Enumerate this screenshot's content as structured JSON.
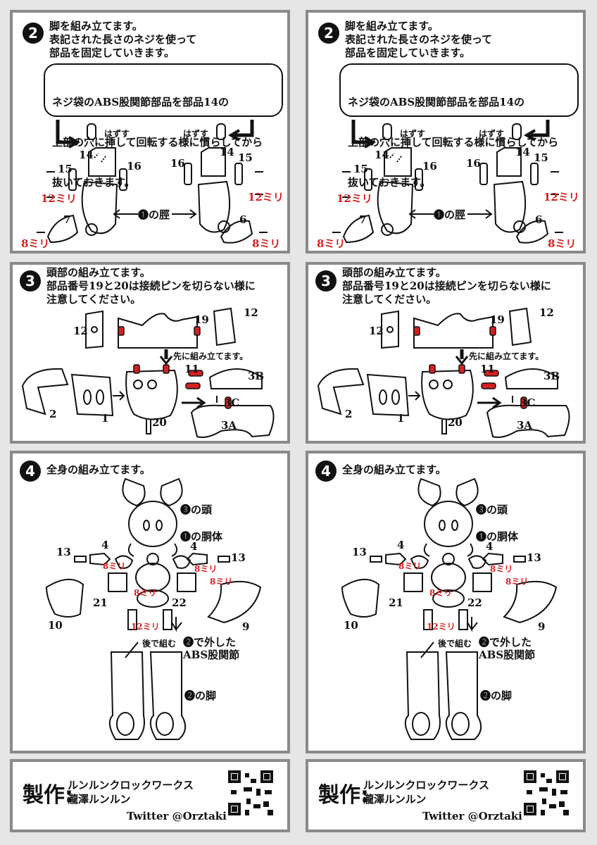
{
  "step2": {
    "number": "2",
    "lines": [
      "脚を組み立てます。",
      "表記された長さのネジを使って",
      "部品を固定していきます。"
    ],
    "note": [
      "ネジ袋のABS股関節部品を部品14の",
      "上部の穴に挿して回転する様に慣らしてから",
      "抜いておきます。"
    ],
    "remove_label": "はずす",
    "part_labels": {
      "p14": "14",
      "p15": "15",
      "p16": "16",
      "p7": "7",
      "p6": "6"
    },
    "screw_12": "12ミリ",
    "screw_8": "8ミリ",
    "shin_label": "❶の脛"
  },
  "step3": {
    "number": "3",
    "lines": [
      "頭部の組み立てます。",
      "部品番号19と20は接続ピンを切らない様に",
      "注意してください。"
    ],
    "first_note": "先に組み立てます。",
    "part_labels": {
      "p12": "12",
      "p19": "19",
      "p11": "11",
      "p3b": "3B",
      "p3c": "3C",
      "p3a": "3A",
      "p2": "2",
      "p1": "1",
      "p20": "20"
    }
  },
  "step4": {
    "number": "4",
    "lines": [
      "全身の組み立てます。"
    ],
    "head_label": "❸の頭",
    "torso_label": "❶の胴体",
    "removed_label": "❷で外した",
    "abs_label": "ABS股関節",
    "later_label": "後で組む",
    "legs_label": "❷の脚",
    "part_labels": {
      "p13": "13",
      "p4": "4",
      "p21": "21",
      "p22": "22",
      "p10": "10",
      "p9": "9"
    },
    "screw_8": "8ミリ",
    "screw_12": "12ミリ"
  },
  "credits": {
    "title": "製作:",
    "studio": "ルンルンクロックワークス",
    "author": "瀧澤ルンルン",
    "twitter": "Twitter @Orztaki"
  },
  "colors": {
    "panel_border": "#8a8a8a",
    "background": "#e6e6e6",
    "accent_red": "#d42020"
  }
}
